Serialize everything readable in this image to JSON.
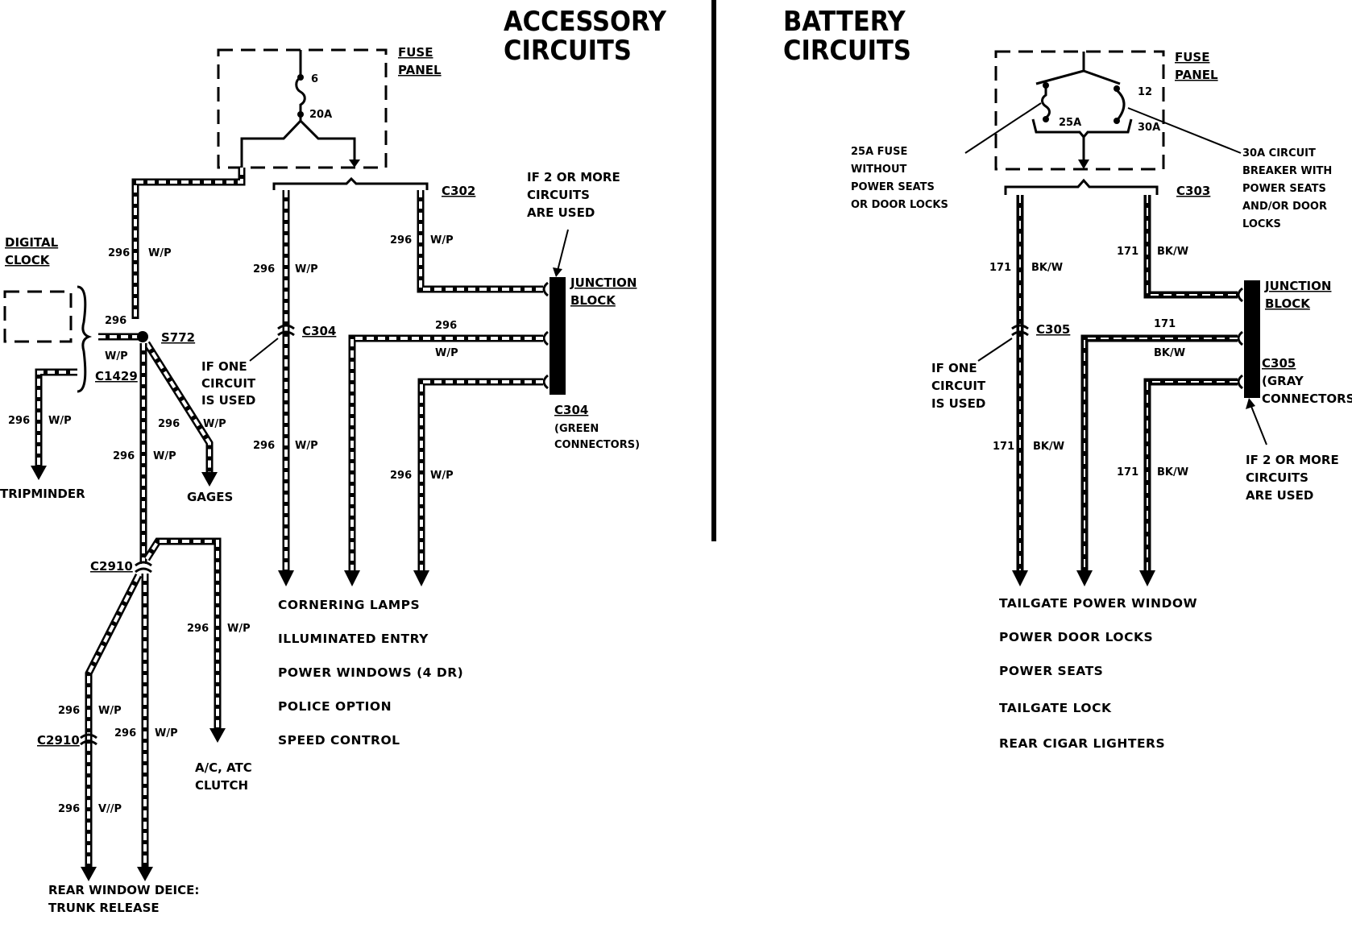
{
  "accessory": {
    "title_line1": "ACCESSORY",
    "title_line2": "CIRCUITS",
    "fuse_panel_line1": "FUSE",
    "fuse_panel_line2": "PANEL",
    "fuse_number": "6",
    "fuse_rating": "20A",
    "connector_c302": "C302",
    "if_two_line1": "IF 2 OR MORE",
    "if_two_line2": "CIRCUITS",
    "if_two_line3": "ARE USED",
    "junction_line1": "JUNCTION",
    "junction_line2": "BLOCK",
    "c304_label": "C304",
    "c304_note_line1": "(GREEN",
    "c304_note_line2": "CONNECTORS)",
    "connector_c304_inline": "C304",
    "if_one_line1": "IF ONE",
    "if_one_line2": "CIRCUIT",
    "if_one_line3": "IS USED",
    "digital_clock_line1": "DIGITAL",
    "digital_clock_line2": "CLOCK",
    "splice_s772": "S772",
    "connector_c1429": "C1429",
    "connector_c2910_a": "C2910",
    "connector_c2910_b": "C2910",
    "wire_num": "296",
    "wire_color": "W/P",
    "wire_color_faded": "V//P",
    "tripminder": "TRIPMINDER",
    "gages": "GAGES",
    "ac_line1": "A/C, ATC",
    "ac_line2": "CLUTCH",
    "rear_line1": "REAR WINDOW DEICE:",
    "rear_line2": "TRUNK RELEASE",
    "destinations": [
      "CORNERING LAMPS",
      "ILLUMINATED ENTRY",
      "POWER WINDOWS (4 DR)",
      "POLICE OPTION",
      "SPEED CONTROL"
    ]
  },
  "battery": {
    "title_line1": "BATTERY",
    "title_line2": "CIRCUITS",
    "fuse_panel_line1": "FUSE",
    "fuse_panel_line2": "PANEL",
    "fuse_number": "12",
    "fuse_25a": "25A",
    "breaker_30a": "30A",
    "connector_c303": "C303",
    "note25_line1": "25A FUSE",
    "note25_line2": "WITHOUT",
    "note25_line3": "POWER SEATS",
    "note25_line4": "OR DOOR LOCKS",
    "note30_line1": "30A CIRCUIT",
    "note30_line2": "BREAKER WITH",
    "note30_line3": "POWER SEATS",
    "note30_line4": "AND/OR DOOR",
    "note30_line5": "LOCKS",
    "junction_line1": "JUNCTION",
    "junction_line2": "BLOCK",
    "c305_label": "C305",
    "c305_note_line1": "(GRAY",
    "c305_note_line2": "CONNECTORS)",
    "connector_c305_inline": "C305",
    "if_one_line1": "IF ONE",
    "if_one_line2": "CIRCUIT",
    "if_one_line3": "IS USED",
    "if_two_line1": "IF 2 OR MORE",
    "if_two_line2": "CIRCUITS",
    "if_two_line3": "ARE USED",
    "wire_num": "171",
    "wire_color": "BK/W",
    "destinations": [
      "TAILGATE POWER WINDOW",
      "POWER DOOR LOCKS",
      "POWER SEATS",
      "TAILGATE LOCK",
      "REAR CIGAR LIGHTERS"
    ]
  }
}
